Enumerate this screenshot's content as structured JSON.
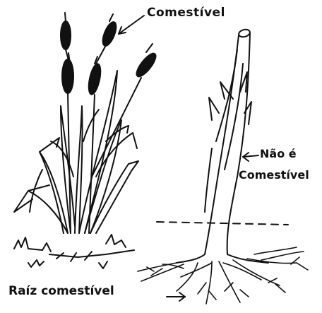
{
  "labels": {
    "edible_top": "Comestível",
    "not_edible_line1": "Não é",
    "not_edible_line2": "Comestível",
    "edible_root": "Raíz comestível"
  },
  "colors": {
    "ink": "#111111",
    "background": "#ffffff"
  }
}
